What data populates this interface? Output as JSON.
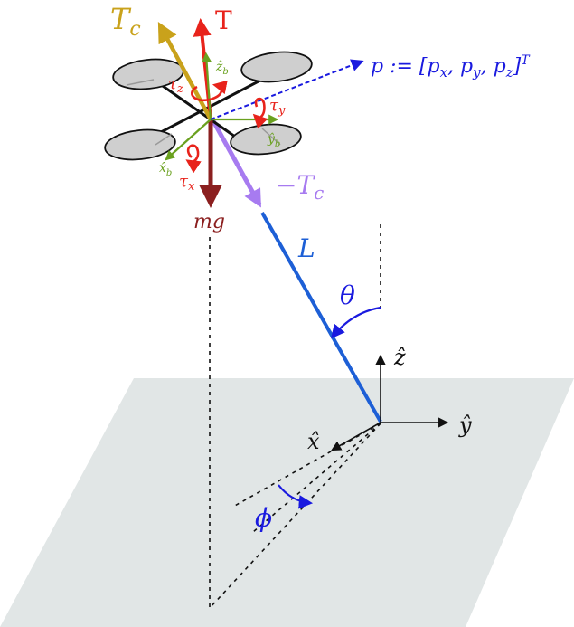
{
  "labels": {
    "Tc": "T",
    "Tc_sub": "c",
    "T": "T",
    "p": "p := [p",
    "p_x": "x",
    "p_y": "y",
    "p_z": "z",
    "p_sep": ", p",
    "p_end": "]",
    "p_sup": "T",
    "zb": "ẑ",
    "zb_sub": "b",
    "yb": "ŷ",
    "yb_sub": "b",
    "xb": "x̂",
    "xb_sub": "b",
    "tau_z": "τ",
    "tau_z_sub": "z",
    "tau_y": "τ",
    "tau_y_sub": "y",
    "tau_x": "τ",
    "tau_x_sub": "x",
    "minusTc": "−T",
    "minusTc_sub": "c",
    "mg": "mg",
    "L": "L",
    "theta": "θ",
    "z_hat": "ẑ",
    "y_hat": "ŷ",
    "x_hat": "x̂",
    "phi": "ϕ"
  },
  "colors": {
    "Tc": "#c9a21b",
    "T": "#e8231b",
    "p": "#1a1adf",
    "body_axes": "#6aa11f",
    "torque": "#e8231b",
    "minusTc": "#a77bf0",
    "mg": "#8b1f1f",
    "cable": "#1d5fd6",
    "angle": "#1a1adf",
    "plane": "#e1e6e6",
    "rotor": "#cfcfcf"
  }
}
